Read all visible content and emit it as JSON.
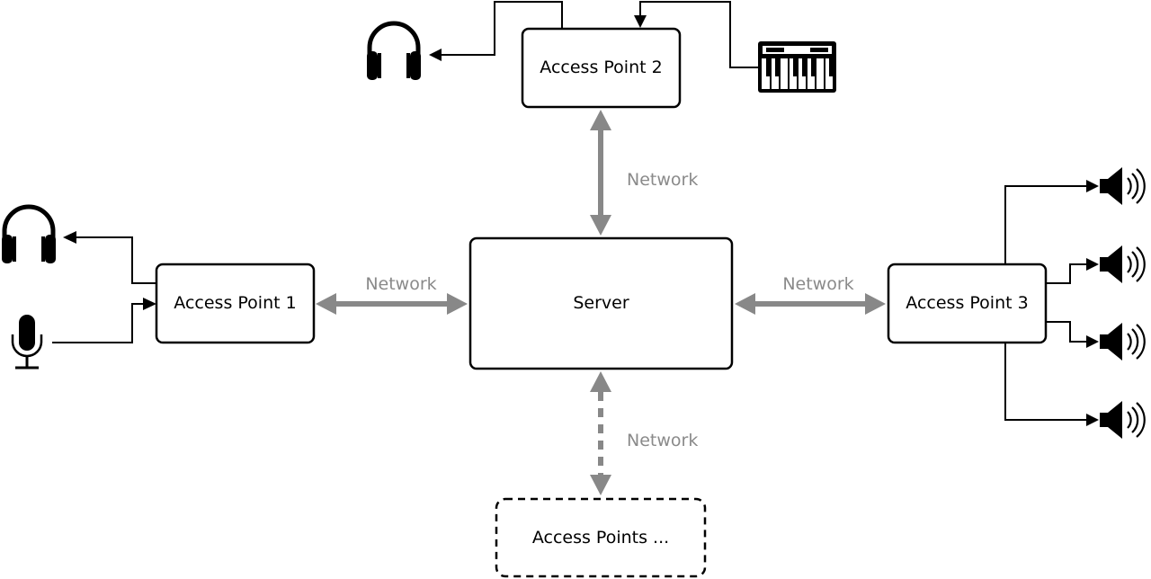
{
  "nodes": {
    "server": "Server",
    "access_point_1": "Access Point 1",
    "access_point_2": "Access Point 2",
    "access_point_3": "Access Point 3",
    "access_points_more": "Access Points ..."
  },
  "links": {
    "top": "Network",
    "left": "Network",
    "right": "Network",
    "bottom": "Network"
  },
  "icons": {
    "headphones": "headphones-icon",
    "microphone": "microphone-icon",
    "keyboard": "keyboard-icon",
    "speaker": "speaker-icon"
  },
  "colors": {
    "network": "#888888",
    "wire": "#000000"
  }
}
